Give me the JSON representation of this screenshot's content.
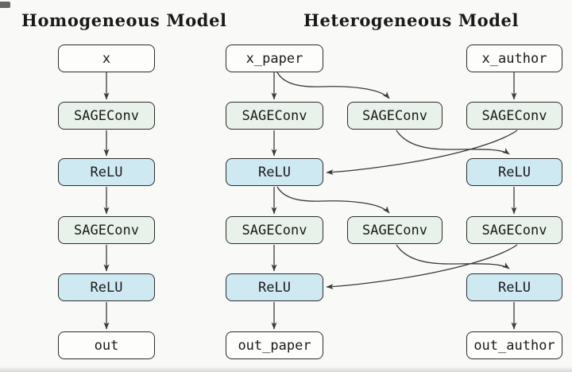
{
  "titles": {
    "homogeneous": "Homogeneous Model",
    "heterogeneous": "Heterogeneous Model"
  },
  "colors": {
    "background": "#f9f9f7",
    "conv_fill": "#e9f2ea",
    "relu_fill": "#cfe9f3",
    "io_fill": "#fdfdfc",
    "border": "#2b2b2b",
    "arrow": "#3a3a3a",
    "text": "#1a1a1a"
  },
  "homogeneous": {
    "nodes": [
      {
        "id": "x",
        "label": "x",
        "type": "io"
      },
      {
        "id": "sageconv1",
        "label": "SAGEConv",
        "type": "conv"
      },
      {
        "id": "relu1",
        "label": "ReLU",
        "type": "relu"
      },
      {
        "id": "sageconv2",
        "label": "SAGEConv",
        "type": "conv"
      },
      {
        "id": "relu2",
        "label": "ReLU",
        "type": "relu"
      },
      {
        "id": "out",
        "label": "out",
        "type": "io"
      }
    ],
    "edges": [
      {
        "from": "x",
        "to": "sageconv1"
      },
      {
        "from": "sageconv1",
        "to": "relu1"
      },
      {
        "from": "relu1",
        "to": "sageconv2"
      },
      {
        "from": "sageconv2",
        "to": "relu2"
      },
      {
        "from": "relu2",
        "to": "out"
      }
    ]
  },
  "heterogeneous": {
    "paper_column": {
      "nodes": [
        {
          "id": "x_paper",
          "label": "x_paper",
          "type": "io"
        },
        {
          "id": "sageconv_paper_1",
          "label": "SAGEConv",
          "type": "conv"
        },
        {
          "id": "relu_paper_1",
          "label": "ReLU",
          "type": "relu"
        },
        {
          "id": "sageconv_paper_2",
          "label": "SAGEConv",
          "type": "conv"
        },
        {
          "id": "relu_paper_2",
          "label": "ReLU",
          "type": "relu"
        },
        {
          "id": "out_paper",
          "label": "out_paper",
          "type": "io"
        }
      ]
    },
    "middle_column": {
      "nodes": [
        {
          "id": "sageconv_middle_1",
          "label": "SAGEConv",
          "type": "conv"
        },
        {
          "id": "sageconv_middle_2",
          "label": "SAGEConv",
          "type": "conv"
        }
      ]
    },
    "author_column": {
      "nodes": [
        {
          "id": "x_author",
          "label": "x_author",
          "type": "io"
        },
        {
          "id": "sageconv_author_1",
          "label": "SAGEConv",
          "type": "conv"
        },
        {
          "id": "relu_author_1",
          "label": "ReLU",
          "type": "relu"
        },
        {
          "id": "sageconv_author_2",
          "label": "SAGEConv",
          "type": "conv"
        },
        {
          "id": "relu_author_2",
          "label": "ReLU",
          "type": "relu"
        },
        {
          "id": "out_author",
          "label": "out_author",
          "type": "io"
        }
      ]
    },
    "edges": [
      {
        "from": "x_paper",
        "to": "sageconv_paper_1"
      },
      {
        "from": "x_paper",
        "to": "sageconv_middle_1"
      },
      {
        "from": "x_author",
        "to": "sageconv_author_1"
      },
      {
        "from": "sageconv_paper_1",
        "to": "relu_paper_1"
      },
      {
        "from": "sageconv_middle_1",
        "to": "relu_author_1"
      },
      {
        "from": "sageconv_author_1",
        "to": "relu_paper_1"
      },
      {
        "from": "relu_paper_1",
        "to": "sageconv_paper_2"
      },
      {
        "from": "relu_paper_1",
        "to": "sageconv_middle_2"
      },
      {
        "from": "relu_author_1",
        "to": "sageconv_author_2"
      },
      {
        "from": "sageconv_paper_2",
        "to": "relu_paper_2"
      },
      {
        "from": "sageconv_middle_2",
        "to": "relu_author_2"
      },
      {
        "from": "sageconv_author_2",
        "to": "relu_paper_2"
      },
      {
        "from": "relu_paper_2",
        "to": "out_paper"
      },
      {
        "from": "relu_author_2",
        "to": "out_author"
      }
    ]
  }
}
